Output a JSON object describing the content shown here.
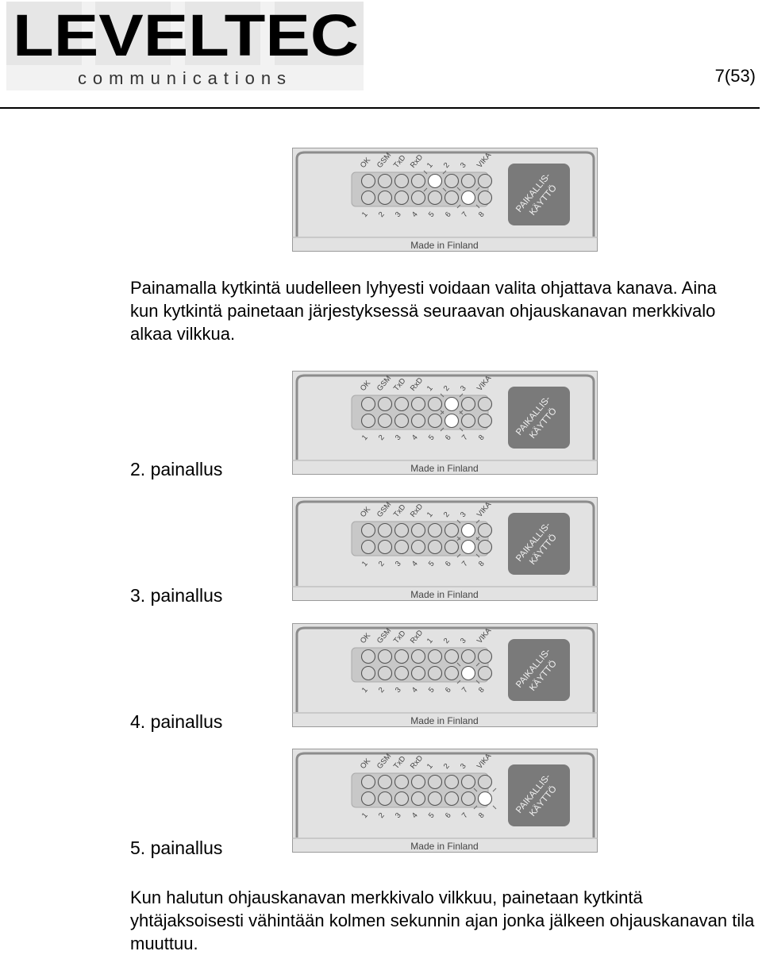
{
  "header": {
    "logo_main": "LEVELTEC",
    "logo_sub": "communications",
    "page_number": "7(53)"
  },
  "intro_text": "Painamalla kytkintä uudelleen lyhyesti voidaan valita ohjattava kanava. Aina kun kytkintä painetaan järjestyksessä seuraavan ohjauskanavan merkkivalo alkaa vilkkua.",
  "device": {
    "top_labels": [
      "OK",
      "GSM",
      "TxD",
      "RxD",
      "1",
      "2",
      "3",
      "VIKA"
    ],
    "bottom_labels": [
      "1",
      "2",
      "3",
      "4",
      "5",
      "6",
      "7",
      "8"
    ],
    "button_label_line1": "PAIKALLIS-",
    "button_label_line2": "KÄYTTÖ",
    "made_in": "Made in Finland"
  },
  "panels": [
    {
      "label": "",
      "lit_top": [
        4
      ],
      "lit_bottom": [
        6
      ]
    },
    {
      "label": "2. painallus",
      "lit_top": [
        5
      ],
      "lit_bottom": [
        5
      ]
    },
    {
      "label": "3. painallus",
      "lit_top": [
        6
      ],
      "lit_bottom": [
        6
      ]
    },
    {
      "label": "4. painallus",
      "lit_top": [],
      "lit_bottom": [
        6
      ]
    },
    {
      "label": "5. painallus",
      "lit_top": [],
      "lit_bottom": [
        7
      ]
    }
  ],
  "colors": {
    "panel_bg": "#e2e2e2",
    "led_strip": "#c8c8c8",
    "led_lit": "#ffffff",
    "button_bg": "#7a7a7a",
    "frame": "#8c8c8c"
  },
  "outro_text": "Kun halutun ohjauskanavan merkkivalo vilkkuu, painetaan kytkintä yhtäjaksoisesti vähintään kolmen sekunnin ajan jonka jälkeen ohjauskanavan tila muuttuu."
}
